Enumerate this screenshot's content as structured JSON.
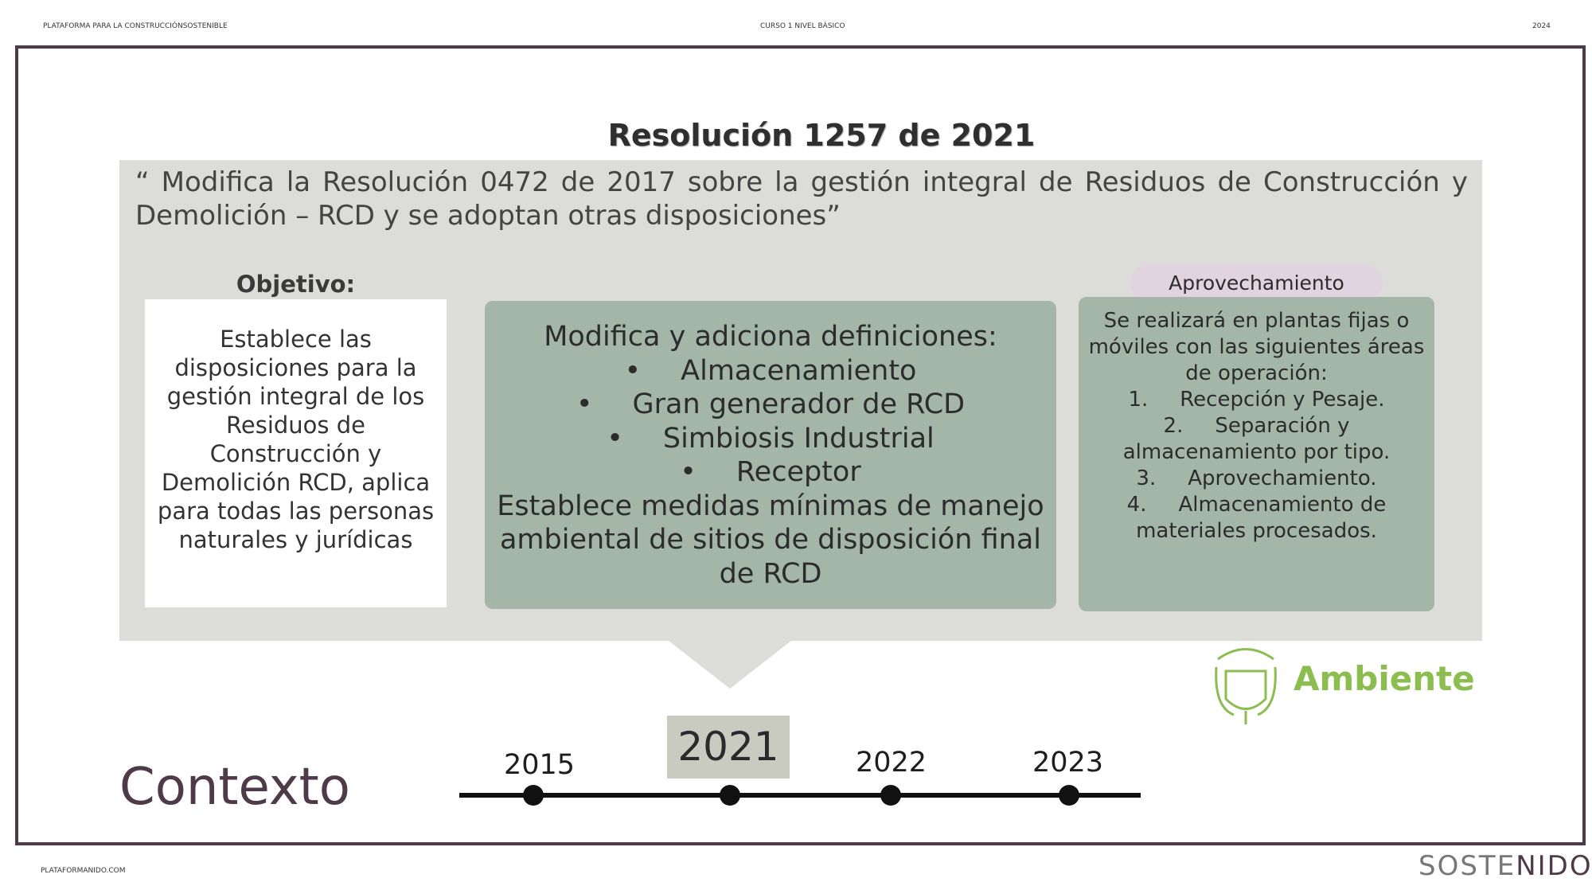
{
  "header": {
    "left": "PLATAFORMA PARA LA CONSTRUCCIÓNSOSTENIBLE",
    "center": "CURSO 1 NIVEL BÁSICO",
    "right": "2024"
  },
  "title": "Resolución 1257 de 2021",
  "quote": "“ Modifica la Resolución 0472 de 2017 sobre la gestión integral de Residuos de Construcción y Demolición – RCD y se adoptan otras disposiciones”",
  "objetivo": {
    "label": "Objetivo:",
    "text": "Establece las disposiciones para la gestión integral de los Residuos de Construcción y Demolición RCD, aplica para todas las personas naturales y jurídicas"
  },
  "definiciones": {
    "heading": "Modifica y adiciona definiciones:",
    "items": [
      "Almacenamiento",
      "Gran generador de RCD",
      "Simbiosis Industrial",
      "Receptor"
    ],
    "footer": "Establece medidas mínimas de manejo ambiental de sitios de disposición final de RCD"
  },
  "aprovechamiento": {
    "label": "Aprovechamiento",
    "intro": "Se realizará en plantas fijas o móviles con las siguientes áreas de operación:",
    "items": [
      {
        "n": "1.",
        "t": "Recepción y Pesaje."
      },
      {
        "n": "2.",
        "t": "Separación y almacenamiento por tipo."
      },
      {
        "n": "3.",
        "t": "Aprovechamiento."
      },
      {
        "n": "4.",
        "t": "Almacenamiento de materiales procesados."
      }
    ]
  },
  "logo": {
    "text": "Ambiente",
    "color": "#8bbd4f"
  },
  "timeline": {
    "years": [
      "2015",
      "2021",
      "2022",
      "2023"
    ],
    "selected": "2021"
  },
  "section": "Contexto",
  "footer": {
    "url": "PLATAFORMANIDO.COM",
    "brand_a": "SOSTE",
    "brand_b": "NIDO"
  },
  "colors": {
    "frame": "#4e3a48",
    "panel": "#dcddd8",
    "green": "#a3b6a8",
    "pink": "#e2d3e0"
  }
}
